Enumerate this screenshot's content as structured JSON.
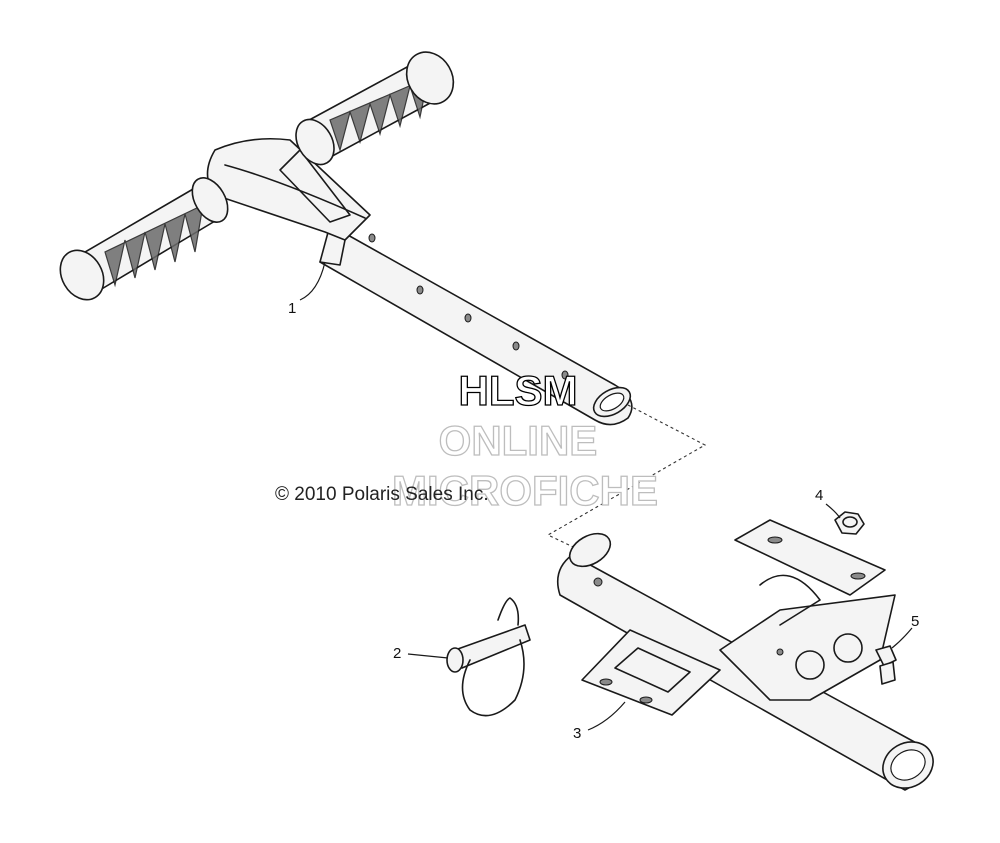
{
  "callouts": [
    {
      "id": "1",
      "label": "1"
    },
    {
      "id": "2",
      "label": "2"
    },
    {
      "id": "3",
      "label": "3"
    },
    {
      "id": "4",
      "label": "4"
    },
    {
      "id": "5",
      "label": "5"
    }
  ],
  "copyright": "© 2010 Polaris Sales Inc.",
  "watermark": {
    "line1": "HLSM",
    "line2": "ONLINE",
    "line3": "MICROFICHE"
  }
}
